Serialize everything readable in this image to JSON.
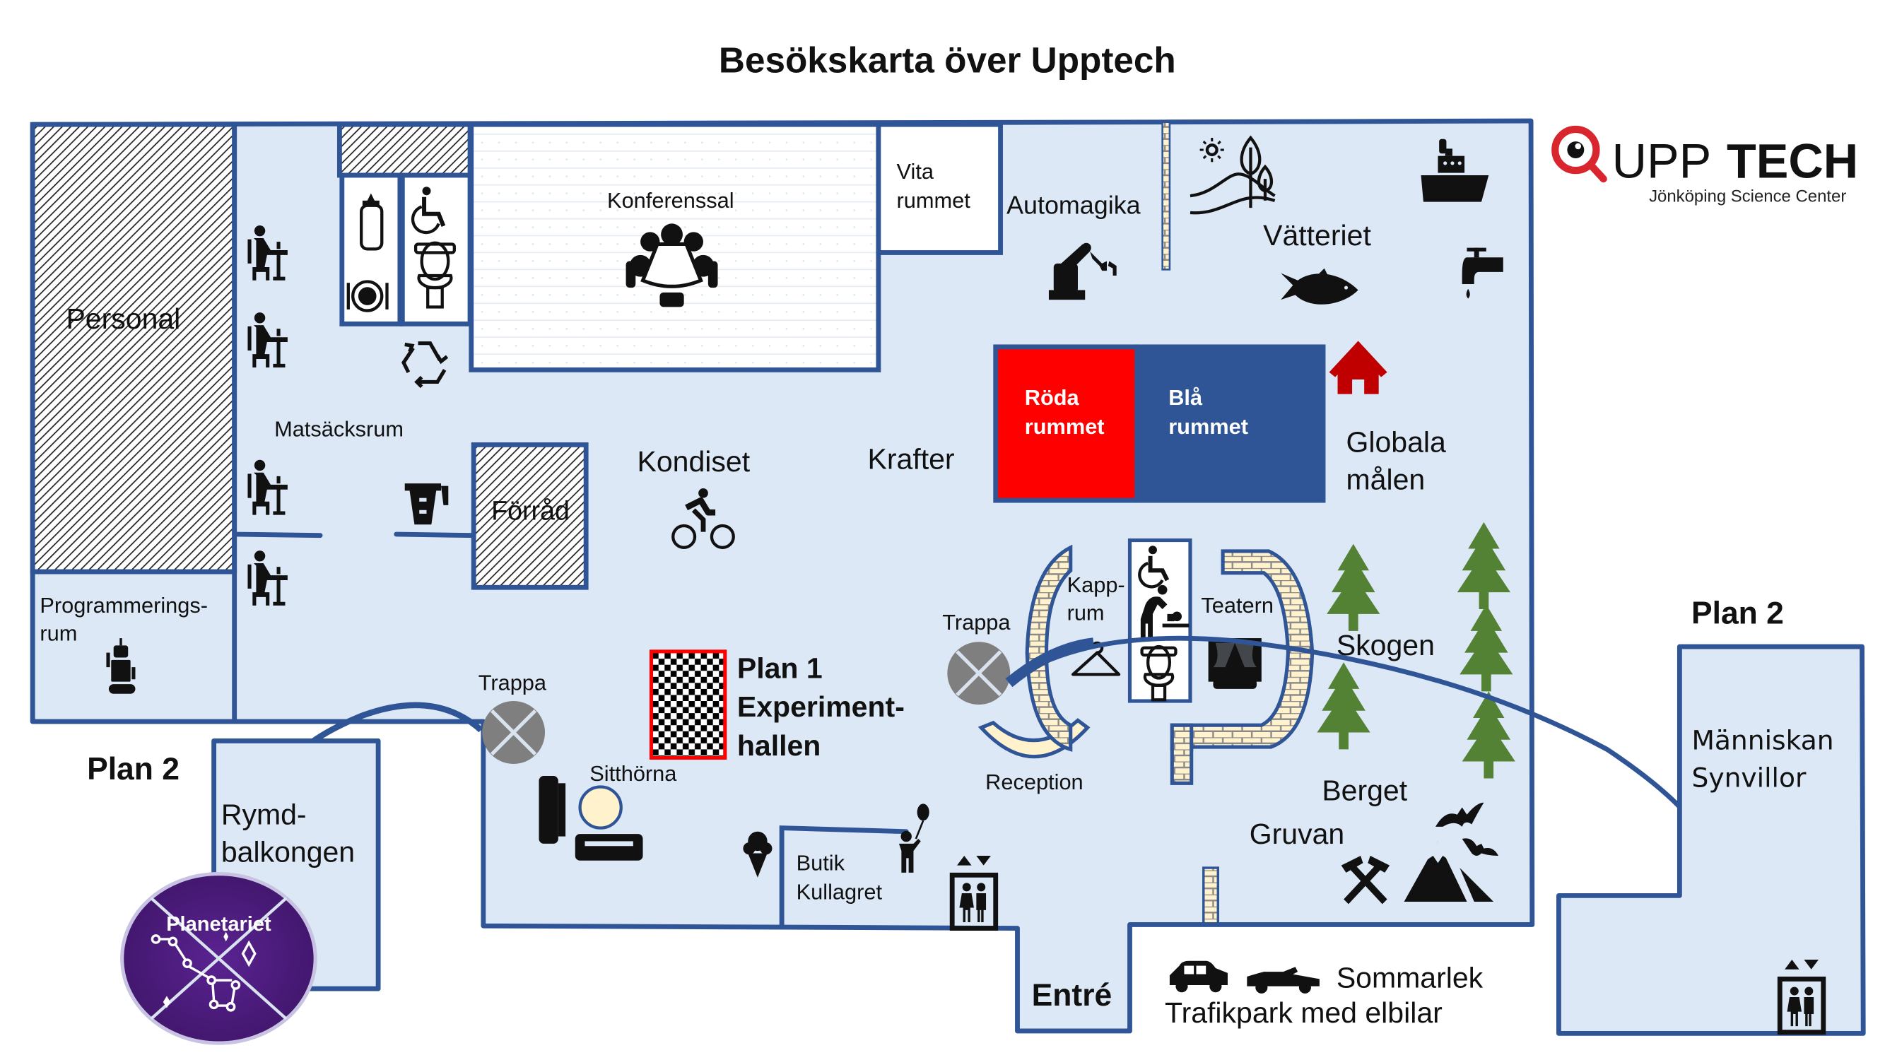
{
  "title": "Besökskarta över Upptech",
  "logo": {
    "brand_light": "UPP",
    "brand_bold": "TECH",
    "subtitle": "Jönköping Science Center",
    "ring_color": "#d9262e"
  },
  "colors": {
    "floor": "#dce8f6",
    "wall": "#2f5597",
    "red_room": "#ff0000",
    "blue_room": "#2f5597",
    "tree": "#548235",
    "brick": "#fff2cc",
    "planetarium": "#4b1a7a",
    "stair": "#808080"
  },
  "floor1": {
    "plan_title_line1": "Plan 1",
    "plan_title_line2": "Experiment-",
    "plan_title_line3": "hallen",
    "rooms": {
      "personal": "Personal",
      "matsacksrum": "Matsäcksrum",
      "programmering_line1": "Programmerings-",
      "programmering_line2": "rum",
      "forrad": "Förråd",
      "konferenssal": "Konferenssal",
      "vita_line1": "Vita",
      "vita_line2": "rummet",
      "automagika": "Automagika",
      "vatteriet": "Vätteriet",
      "kondiset": "Kondiset",
      "krafter": "Krafter",
      "roda_line1": "Röda",
      "roda_line2": "rummet",
      "bla_line1": "Blå",
      "bla_line2": "rummet",
      "globala_line1": "Globala",
      "globala_line2": "målen",
      "kapprum_line1": "Kapp-",
      "kapprum_line2": "rum",
      "teatern": "Teatern",
      "skogen": "Skogen",
      "berget": "Berget",
      "gruvan": "Gruvan",
      "reception": "Reception",
      "sitthorna": "Sitthörna",
      "butik_line1": "Butik",
      "butik_line2": "Kullagret",
      "entre": "Entré",
      "trappa_left": "Trappa",
      "trappa_center": "Trappa"
    },
    "outdoor": {
      "sommarlek": "Sommarlek",
      "trafikpark": "Trafikpark med elbilar"
    }
  },
  "floor2_left": {
    "plan_title": "Plan 2",
    "rymd_line1": "Rymd-",
    "rymd_line2": "balkongen",
    "planetariet": "Planetariet"
  },
  "floor2_right": {
    "plan_title": "Plan 2",
    "manniskan": "Människan",
    "synvillor": "Synvillor"
  },
  "icons": [
    "desk-person-icon",
    "baby-bottle-icon",
    "wheelchair-icon",
    "toilet-icon",
    "plate-cutlery-icon",
    "recycle-icon",
    "conference-table-icon",
    "robot-arm-icon",
    "nature-landscape-icon",
    "ship-icon",
    "fish-icon",
    "water-tap-icon",
    "house-icon",
    "water-jug-icon",
    "cyclist-icon",
    "robot-icon",
    "stair-icon",
    "checkerboard-icon",
    "sofa-icon",
    "ice-cream-icon",
    "child-balloon-icon",
    "elevator-icon",
    "hanger-icon",
    "baby-changing-icon",
    "theater-icon",
    "tree-icon",
    "hammer-pick-icon",
    "mountain-icon",
    "bat-icon",
    "car-icon",
    "convertible-icon"
  ]
}
